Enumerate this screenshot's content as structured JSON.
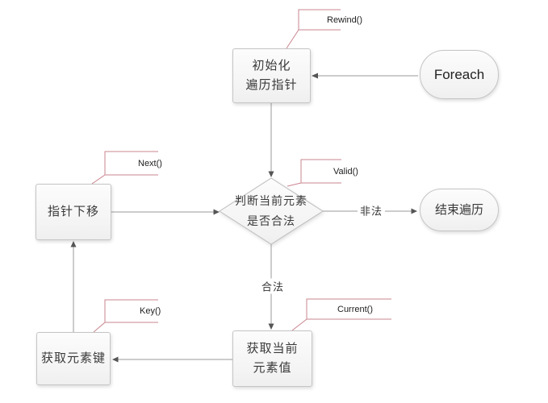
{
  "colors": {
    "background": "#ffffff",
    "node_border": "#c5c5c5",
    "diamond_border": "#bdbdbd",
    "connector": "#9a9a9a",
    "arrowhead": "#555555",
    "callout": "#c9858f",
    "node_text": "#3a3a3a"
  },
  "nodes": {
    "init": {
      "lines": [
        "初始化",
        "遍历指针"
      ]
    },
    "foreach": {
      "label": "Foreach"
    },
    "decision": {
      "lines": [
        "判断当前元素",
        "是否合法"
      ]
    },
    "next": {
      "label": "指针下移"
    },
    "end": {
      "label": "结束遍历"
    },
    "current": {
      "lines": [
        "获取当前",
        "元素值"
      ]
    },
    "key": {
      "label": "获取元素键"
    }
  },
  "edge_labels": {
    "invalid": "非法",
    "valid": "合法"
  },
  "annotations": {
    "rewind": "Rewind()",
    "valid": "Valid()",
    "next": "Next()",
    "key": "Key()",
    "current": "Current()"
  }
}
